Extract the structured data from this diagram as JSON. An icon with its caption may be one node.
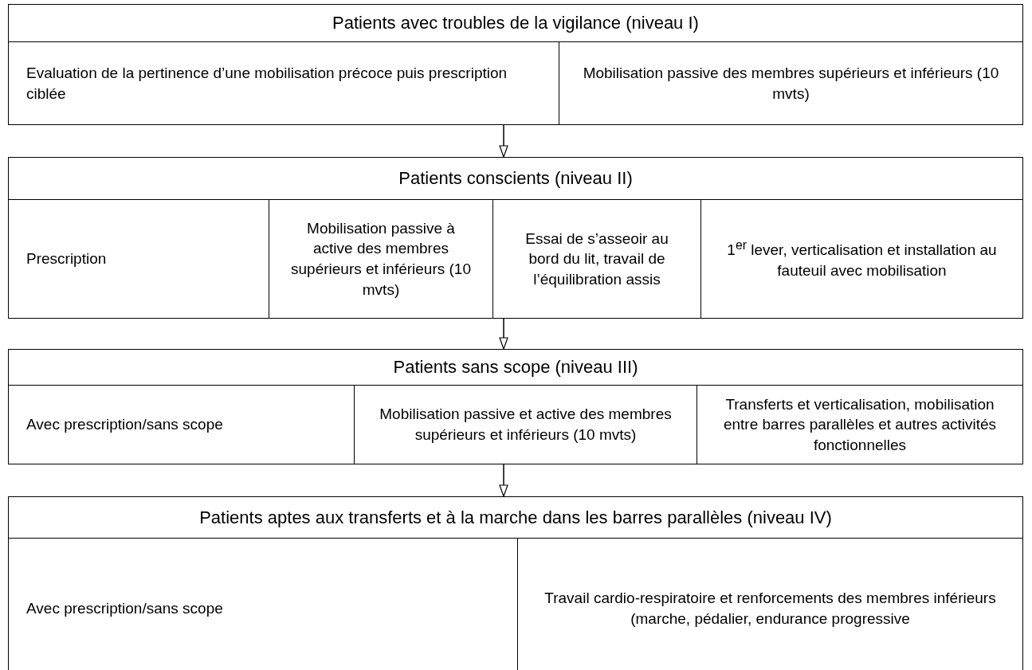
{
  "diagram": {
    "nodes": [
      {
        "text": [
          "Patients avec troubles de la vigilance (niveau I)"
        ]
      },
      {
        "text": [
          "Evaluation de la pertinence d’une mobilisation précoce puis prescription ciblée"
        ],
        "in": 0
      },
      {
        "text": [
          "Mobilisation passive des membres supérieurs et inférieurs (10 mvts)"
        ],
        "in": 0
      },
      {
        "text": [
          "Patients conscients (niveau II)"
        ]
      },
      {
        "text": [
          "Prescription"
        ],
        "in": 3
      },
      {
        "text": [
          "Mobilisation passive à active des membres supérieurs et inférieurs (10 mvts)"
        ],
        "in": 3
      },
      {
        "text": [
          "Essai de s’asseoir au bord du lit, travail de l’équilibration assis"
        ],
        "in": 3
      },
      {
        "text": [
          "1$^{er}$ lever, verticalisation et installation au fauteuil avec mobilisation"
        ],
        "in": 3
      },
      {
        "text": [
          "Patients sans scope (niveau III)"
        ]
      },
      {
        "text": [
          "Avec prescription/sans scope"
        ],
        "in": 8
      },
      {
        "text": [
          "Mobilisation passive et active des membres supérieurs et inférieurs (10 mvts)"
        ],
        "in": 8
      },
      {
        "text": [
          "Transferts et verticalisation, mobilisation entre barres parallèles et autres activités fonctionnelles"
        ],
        "in": 8
      },
      {
        "text": [
          "Patients aptes aux transferts et à la marche dans les barres parallèles (niveau IV)"
        ]
      },
      {
        "text": [
          "Avec prescription/sans scope"
        ],
        "in": 12
      },
      {
        "text": [
          "Travail cardio-respiratoire et renforcements des membres inférieurs (marche, pédalier, endurance progressive"
        ],
        "in": 12
      }
    ],
    "edges": [
      {
        "from": 0,
        "to": 3,
        "arrow": "to"
      },
      {
        "from": 3,
        "to": 8,
        "arrow": "to"
      },
      {
        "from": 8,
        "to": 12,
        "arrow": "to"
      }
    ]
  }
}
